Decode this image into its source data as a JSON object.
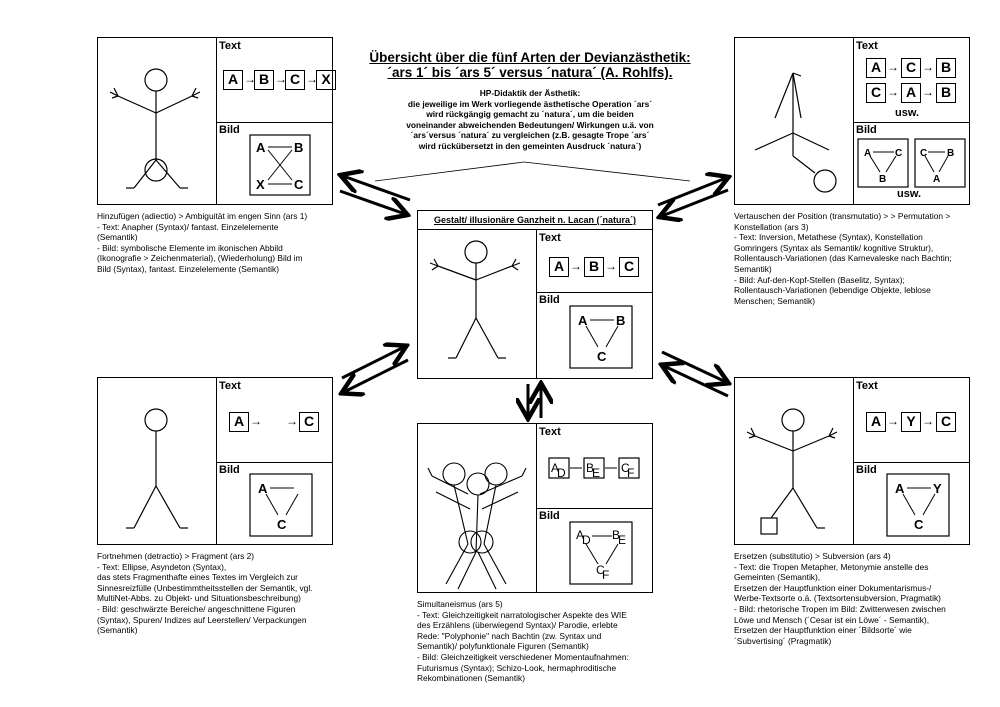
{
  "title": {
    "line1": "Übersicht über die fünf Arten der Devianzästhetik:",
    "line2": "´ars 1´ bis ´ars 5´ versus ´natura´ (A. Rohlfs)."
  },
  "subtitle": "HP-Didaktik der Ästhetik:\ndie jeweilige im Werk vorliegende ästhetische Operation ´ars´\nwird rückgängig gemacht zu ´natura´, um die beiden\nvoneinander abweichenden Bedeutungen/ Wirkungen u.ä. von\n´ars´versus ´natura´ zu vergleichen (z.B. gesagte Trope ´ars´\nwird rückübersetzt in den gemeinten Ausdruck ´natura´)",
  "section_labels": {
    "text": "Text",
    "bild": "Bild"
  },
  "center": {
    "heading": "Gestalt/ illusionäre Ganzheit n. Lacan (´natura´)",
    "text_letters": [
      "A",
      "B",
      "C"
    ],
    "bild_letters": [
      "A",
      "B",
      "C"
    ]
  },
  "ars1": {
    "text_letters": [
      "A",
      "B",
      "C",
      "X"
    ],
    "bild_letters": [
      "A",
      "B",
      "X",
      "C"
    ],
    "description": "Hinzufügen (adiectio) > Ambiguität im engen Sinn (ars 1)\n- Text: Anapher (Syntax)/ fantast. Einzelelemente\n(Semantik)\n- Bild: symbolische Elemente im ikonischen Abbild\n(Ikonografie > Zeichenmaterial), (Wiederholung) Bild im\nBild (Syntax), fantast. Einzelelemente (Semantik)"
  },
  "ars2": {
    "text_letters": [
      "A",
      "C"
    ],
    "bild_letters": [
      "A",
      "C"
    ],
    "description": "Fortnehmen (detractio) > Fragment (ars 2)\n- Text: Ellipse, Asyndeton (Syntax),\ndas stets Fragmenthafte eines Textes im Vergleich zur\nSinnesreizfülle (Unbestimmtheitsstellen der Semantik, vgl.\nMultiNet-Abbs. zu Objekt- und Situationsbeschreibung)\n- Bild: geschwärzte Bereiche/ angeschnittene Figuren\n(Syntax), Spuren/ Indizes auf Leerstellen/ Verpackungen\n(Semantik)"
  },
  "ars3": {
    "text_row1": [
      "A",
      "C",
      "B"
    ],
    "text_row2": [
      "C",
      "A",
      "B"
    ],
    "usw": "usw.",
    "bild_tri1": [
      "A",
      "C",
      "B"
    ],
    "bild_tri2": [
      "C",
      "B",
      "A"
    ],
    "description": "Vertauschen der Position (transmutatio) > > Permutation >\nKonstellation (ars 3)\n- Text: Inversion, Metathese (Syntax), Konstellation\nGomringers (Syntax als Semantik/ kognitive Struktur),\nRollentausch-Variationen (das Karnevaleske nach Bachtin;\nSemantik)\n- Bild: Auf-den-Kopf-Stellen (Baselitz, Syntax);\nRollentausch-Variationen (lebendige Objekte, leblose\nMenschen; Semantik)"
  },
  "ars4": {
    "text_letters": [
      "A",
      "Y",
      "C"
    ],
    "bild_letters": [
      "A",
      "Y",
      "C"
    ],
    "description": "Ersetzen (substitutio) > Subversion (ars 4)\n- Text: die Tropen Metapher, Metonymie anstelle des\nGemeinten (Semantik),\nErsetzen der Hauptfunktion einer Dokumentarismus-/\nWerbe-Textsorte o.ä. (Textsortensubversion, Pragmatik)\n- Bild: rhetorische Tropen im Bild: Zwitterwesen zwischen\nLöwe und Mensch (´Cesar ist ein Löwe´ - Semantik),\nErsetzen der Hauptfunktion einer ´Bildsorte´ wie\n´Subvertising´ (Pragmatik)"
  },
  "ars5": {
    "text_letters": [
      "A",
      "D",
      "B",
      "E",
      "C",
      "F"
    ],
    "bild_letters": [
      "A",
      "D",
      "B",
      "E",
      "C",
      "F"
    ],
    "description": "Simultaneismus (ars 5)\n- Text: Gleichzeitigkeit narratologischer Aspekte des WIE\ndes Erzählens (überwiegend Syntax)/ Parodie, erlebte\nRede: \"Polyphonie\" nach Bachtin (zw. Syntax und\nSemantik)/ polyfunktionale Figuren (Semantik)\n- Bild: Gleichzeitigkeit verschiedener Momentaufnahmen:\nFuturismus (Syntax); Schizo-Look, hermaphroditische\nRekombinationen (Semantik)"
  }
}
